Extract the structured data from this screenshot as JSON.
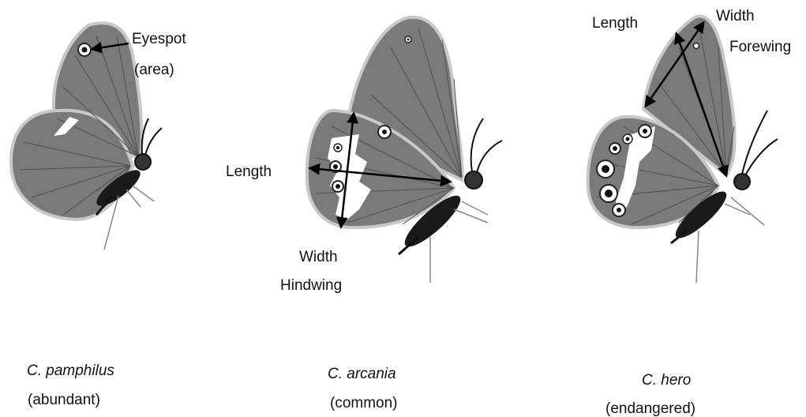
{
  "labels": {
    "eyespot": "Eyespot",
    "eyespot_area": "(area)",
    "hind_length": "Length",
    "hind_width": "Width",
    "hindwing": "Hindwing",
    "fore_length": "Length",
    "fore_width": "Width",
    "forewing": "Forewing"
  },
  "species": [
    {
      "name": "C. pamphilus",
      "status": "(abundant)"
    },
    {
      "name": "C. arcania",
      "status": "(common)"
    },
    {
      "name": "C. hero",
      "status": "(endangered)"
    }
  ],
  "colors": {
    "wing": "#7a7a7a",
    "vein": "#505050",
    "outline": "#c8c8c8",
    "body": "#1a1a1a",
    "band": "#ffffff",
    "arrow": "#000000"
  }
}
